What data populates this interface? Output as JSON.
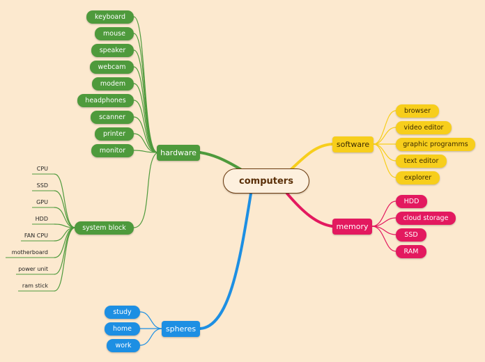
{
  "root": {
    "label": "computers"
  },
  "colors": {
    "hardware": "#4e9a3c",
    "software": "#f7ce1c",
    "memory": "#e3195f",
    "spheres": "#1d8fe3",
    "background": "#fce9cf"
  },
  "hardware": {
    "label": "hardware",
    "items": [
      "keyboard",
      "mouse",
      "speaker",
      "webcam",
      "modem",
      "headphones",
      "scanner",
      "printer",
      "monitor"
    ]
  },
  "system_block": {
    "label": "system block",
    "items": [
      "CPU",
      "SSD",
      "GPU",
      "HDD",
      "FAN CPU",
      "motherboard",
      "power unit",
      "ram stick"
    ]
  },
  "software": {
    "label": "software",
    "items": [
      "browser",
      "video editor",
      "graphic programms",
      "text editor",
      "explorer"
    ]
  },
  "memory": {
    "label": "memory",
    "items": [
      "HDD",
      "cloud storage",
      "SSD",
      "RAM"
    ]
  },
  "spheres": {
    "label": "spheres",
    "items": [
      "study",
      "home",
      "work"
    ]
  }
}
